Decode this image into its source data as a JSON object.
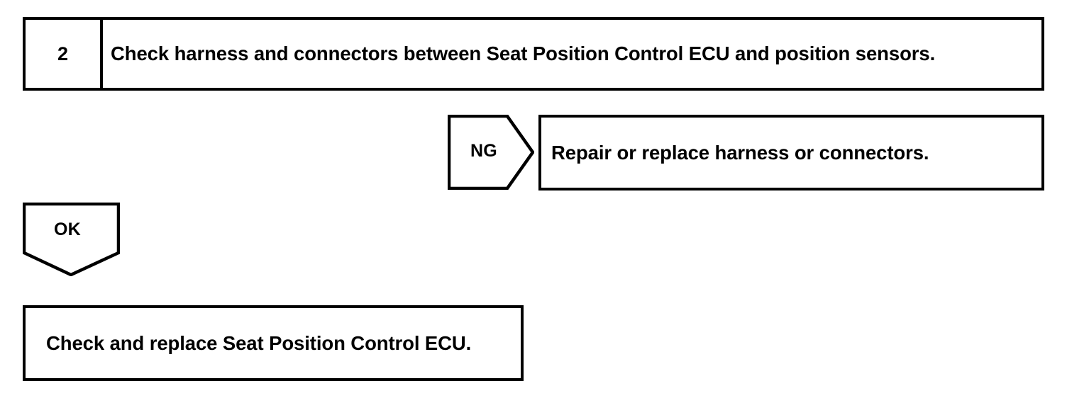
{
  "diagram": {
    "type": "troubleshooting-flowchart",
    "ink_color": "#000000",
    "background_color": "#ffffff",
    "step": {
      "number": "2",
      "instruction": "Check harness and connectors between Seat Position Control ECU and position sensors."
    },
    "branches": [
      {
        "tag": "NG",
        "tag_shape": "right-arrow-pentagon",
        "action": "Repair or replace harness or connectors."
      },
      {
        "tag": "OK",
        "tag_shape": "down-arrow-pentagon",
        "action": "Check and replace Seat Position Control ECU."
      }
    ]
  }
}
